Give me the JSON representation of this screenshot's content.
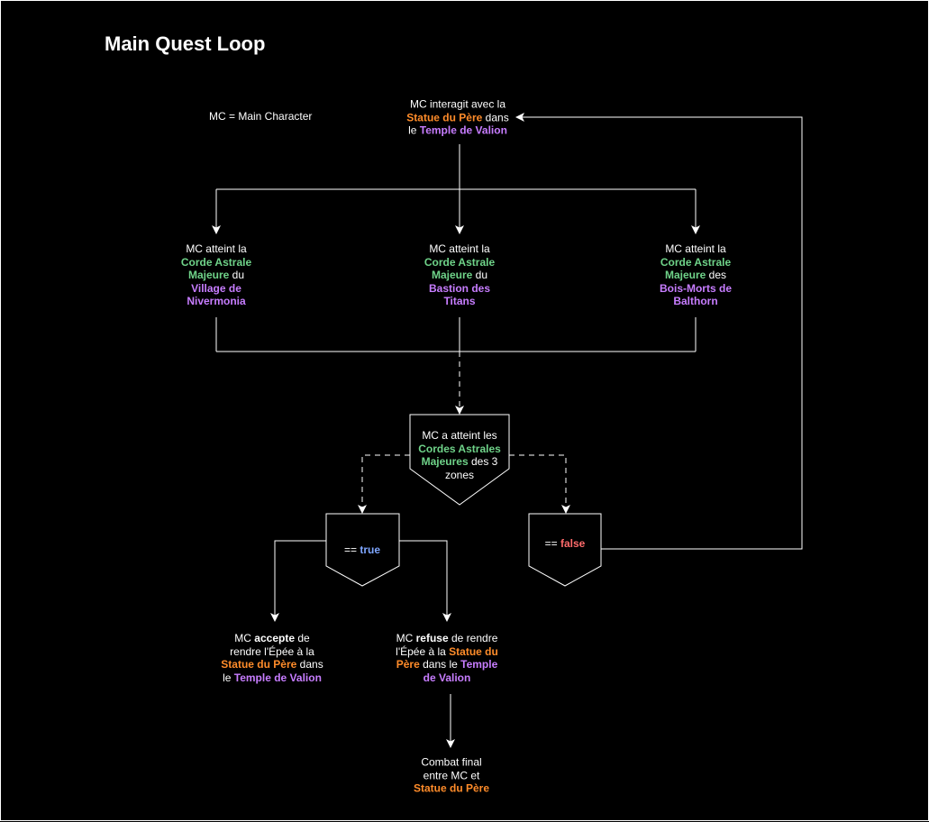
{
  "title": "Main Quest Loop",
  "legend_note": "MC = Main Character",
  "colors": {
    "statue": "#ff8c2a",
    "place": "#c77dff",
    "corde": "#6fd389",
    "true": "#7ea6ff",
    "false": "#ff6b6b",
    "line": "#ffffff",
    "background": "#000000"
  },
  "nodes": {
    "start": {
      "t1": "MC interagit avec la",
      "statue": "Statue du Père",
      "t2": "dans",
      "t3": "le",
      "temple": "Temple de Valion"
    },
    "village": {
      "t1": "MC atteint la",
      "corde": "Corde Astrale",
      "majeure": "Majeure",
      "t2": "du",
      "place": "Village de Nivermonia"
    },
    "bastion": {
      "t1": "MC atteint la",
      "corde": "Corde Astrale",
      "majeure": "Majeure",
      "t2": "du",
      "place": "Bastion des Titans"
    },
    "bois": {
      "t1": "MC atteint la",
      "corde": "Corde Astrale",
      "majeure": "Majeure",
      "t2": "des",
      "place": "Bois-Morts de Balthorn"
    },
    "decision": {
      "t1": "MC a atteint les",
      "cordes": "Cordes Astrales Majeures",
      "t2": "des 3 zones"
    },
    "true_gate": {
      "prefix": "==",
      "value": "true"
    },
    "false_gate": {
      "prefix": "==",
      "value": "false"
    },
    "accept": {
      "mc": "MC",
      "verb": "accepte",
      "t1": "de rendre l'Épée à la",
      "statue": "Statue du Père",
      "t2": "dans le",
      "temple": "Temple de Valion"
    },
    "refuse": {
      "mc": "MC",
      "verb": "refuse",
      "t1": "de rendre l'Épée à la",
      "statue": "Statue du Père",
      "t2": "dans le",
      "temple": "Temple de Valion"
    },
    "final": {
      "t1": "Combat final entre MC et",
      "statue": "Statue du Père"
    }
  }
}
